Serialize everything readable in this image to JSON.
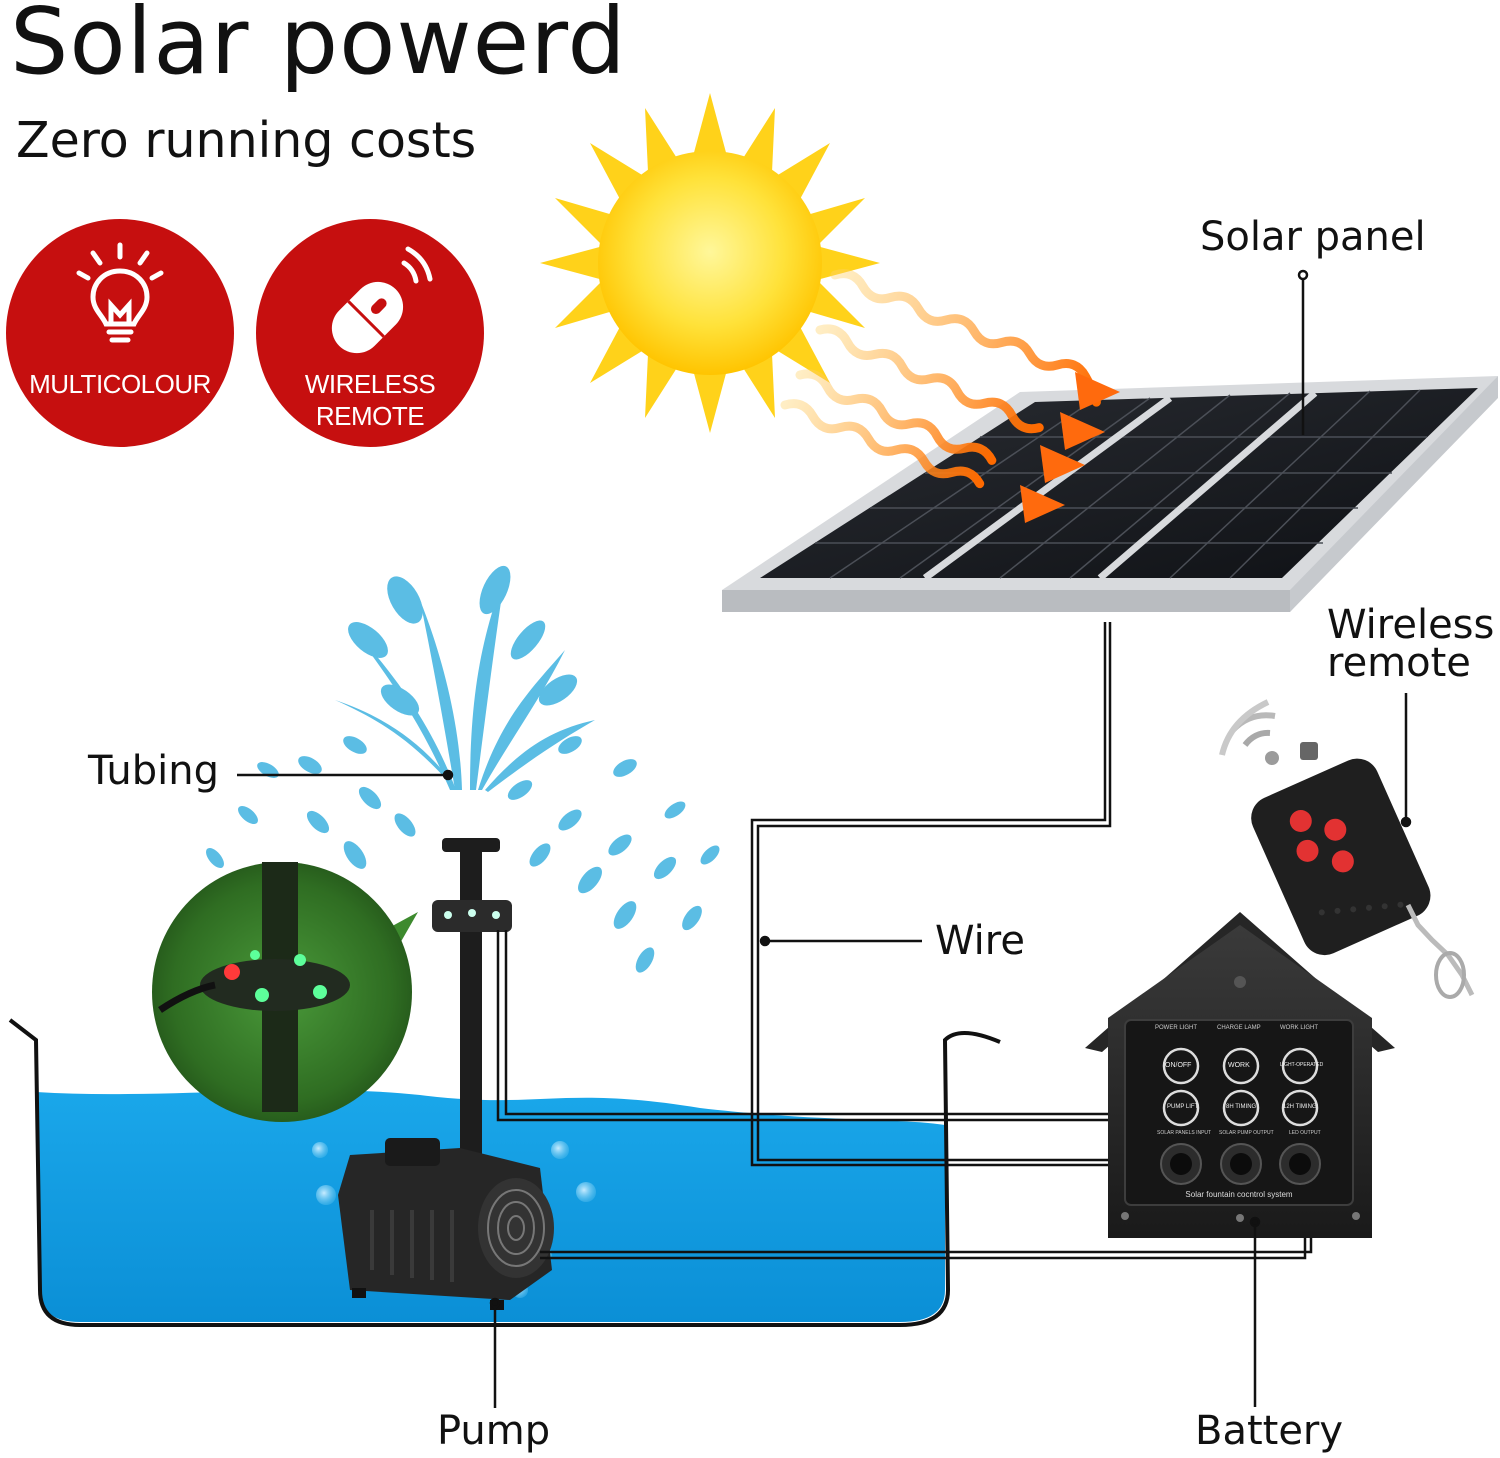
{
  "header": {
    "title": "Solar powerd",
    "subtitle": "Zero running costs"
  },
  "badges": [
    {
      "label": "MULTICOLOUR",
      "icon": "light-bulb-icon"
    },
    {
      "label_line1": "WIRELESS",
      "label_line2": "REMOTE",
      "icon": "remote-icon"
    }
  ],
  "labels": {
    "solar_panel": "Solar panel",
    "wireless_remote_line1": "Wireless",
    "wireless_remote_line2": "remote",
    "tubing": "Tubing",
    "wire": "Wire",
    "pump": "Pump",
    "battery": "Battery"
  },
  "control_box": {
    "top_labels": [
      "POWER LIGHT",
      "CHARGE LAMP",
      "WORK LIGHT"
    ],
    "buttons_row1": [
      "ON/OFF",
      "WORK",
      "LIGHT-OPERATED"
    ],
    "buttons_row2": [
      "PUMP LIFT",
      "8H TIMING",
      "12H TIMING"
    ],
    "port_labels": [
      "SOLAR PANELS INPUT",
      "SOLAR PUMP OUTPUT",
      "LED OUTPUT"
    ],
    "footer": "Solar fountain cocntrol system"
  },
  "colors": {
    "badge_red": "#c60f0f",
    "water_blue": "#1ea3e6",
    "sun_yellow": "#ffd21a",
    "ray_orange": "#ff7a10"
  }
}
